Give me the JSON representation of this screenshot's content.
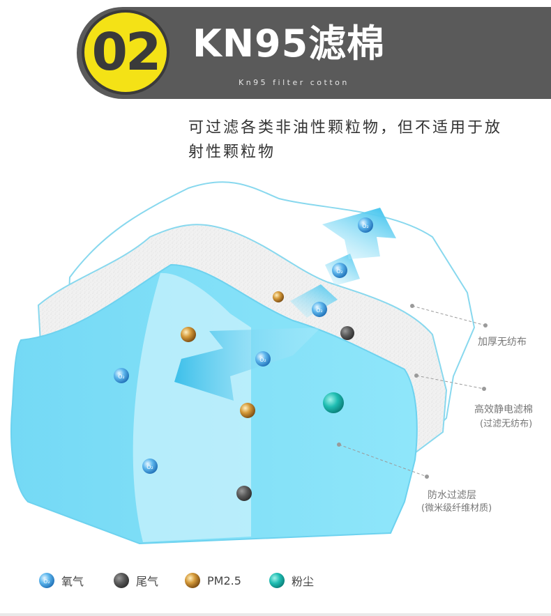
{
  "header": {
    "badge_number": "02",
    "title": "KN95滤棉",
    "subtitle": "Kn95 filter cotton"
  },
  "description": "可过滤各类非油性颗粒物，但不适用于放射性颗粒物",
  "layers": [
    {
      "name": "加厚无纺布",
      "note": ""
    },
    {
      "name": "高效静电滤棉",
      "note": "(过滤无纺布)"
    },
    {
      "name": "防水过滤层",
      "note": "(微米级纤维材质)"
    }
  ],
  "particles": {
    "o2_symbol": "O2",
    "pm_symbol": "PM2.5"
  },
  "legend": [
    {
      "icon": "oxygen-particle-icon",
      "label": "氧气"
    },
    {
      "icon": "exhaust-particle-icon",
      "label": "尾气"
    },
    {
      "icon": "pm25-particle-icon",
      "label": "PM2.5"
    },
    {
      "icon": "dust-particle-icon",
      "label": "粉尘"
    }
  ],
  "colors": {
    "header_bg": "#5a5a5a",
    "badge_bg": "#f4e216",
    "outer_layer_stroke": "#7fd6ee",
    "inner_layer_fill": "#7fdcf6",
    "arrow": "#4cc7ee",
    "exhaust": "#5b5b5b",
    "pm25": "#c98a1e",
    "dust": "#20b8b0",
    "oxygen": "#2f9be0"
  }
}
